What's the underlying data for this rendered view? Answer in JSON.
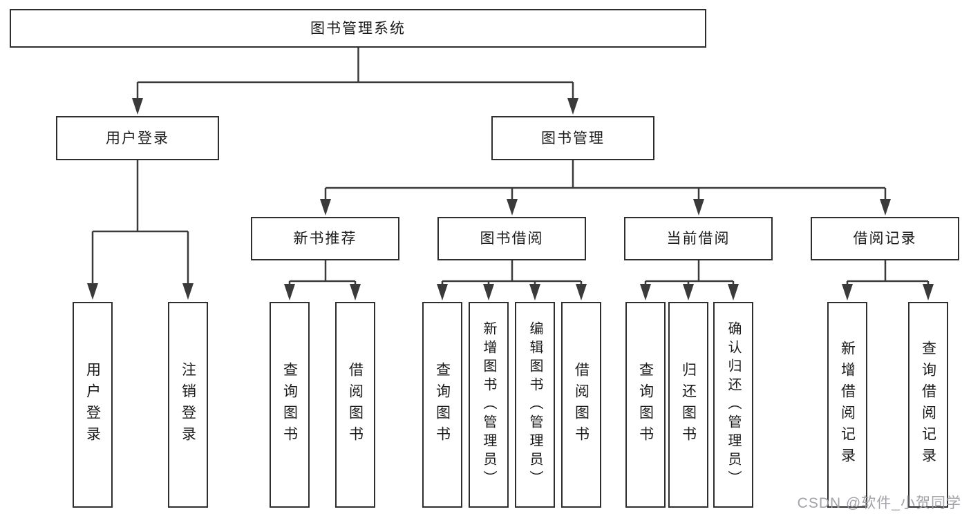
{
  "diagram": {
    "root": {
      "label": "图书管理系统"
    },
    "level2": [
      {
        "label": "用户登录"
      },
      {
        "label": "图书管理"
      }
    ],
    "level3": [
      {
        "label": "新书推荐"
      },
      {
        "label": "图书借阅"
      },
      {
        "label": "当前借阅"
      },
      {
        "label": "借阅记录"
      }
    ],
    "leaves": {
      "user_login": [
        "用户登录",
        "注销登录"
      ],
      "new_book": [
        "查询图书",
        "借阅图书"
      ],
      "book_borrow": [
        "查询图书",
        "新增图书（管理员）",
        "编辑图书（管理员）",
        "借阅图书"
      ],
      "current_borrow": [
        "查询图书",
        "归还图书",
        "确认归还（管理员）"
      ],
      "borrow_record": [
        "新增借阅记录",
        "查询借阅记录"
      ]
    }
  },
  "watermark": {
    "text": "CSDN @软件_小贺同学"
  },
  "colors": {
    "line": "#3a3a3a",
    "box_border": "#2e2e2e",
    "box_fill": "#ffffff",
    "text": "#1b1b1b",
    "watermark": "#9b9ba2",
    "background": "#ffffff"
  }
}
